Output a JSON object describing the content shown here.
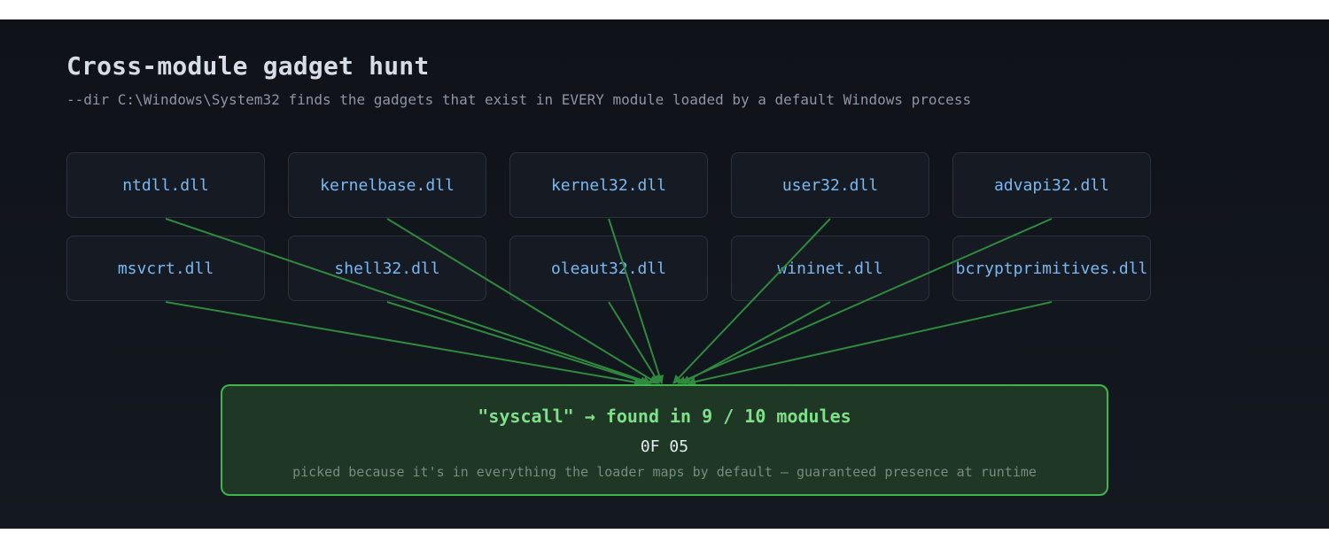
{
  "header": {
    "title": "Cross-module gadget hunt",
    "subtitle": "--dir C:\\Windows\\System32 finds the gadgets that exist in EVERY module loaded by a default Windows process"
  },
  "modules": [
    "ntdll.dll",
    "kernelbase.dll",
    "kernel32.dll",
    "user32.dll",
    "advapi32.dll",
    "msvcrt.dll",
    "shell32.dll",
    "oleaut32.dll",
    "wininet.dll",
    "bcryptprimitives.dll"
  ],
  "result": {
    "title": "\"syscall\" → found in 9 / 10 modules",
    "bytes": "0F 05",
    "note": "picked because it's in everything the loader maps by default — guaranteed presence at runtime"
  },
  "colors": {
    "connector": "#2f8a3e",
    "module_text": "#79b8f2",
    "result_border": "#3fb54f",
    "result_title": "#7fe08a"
  }
}
